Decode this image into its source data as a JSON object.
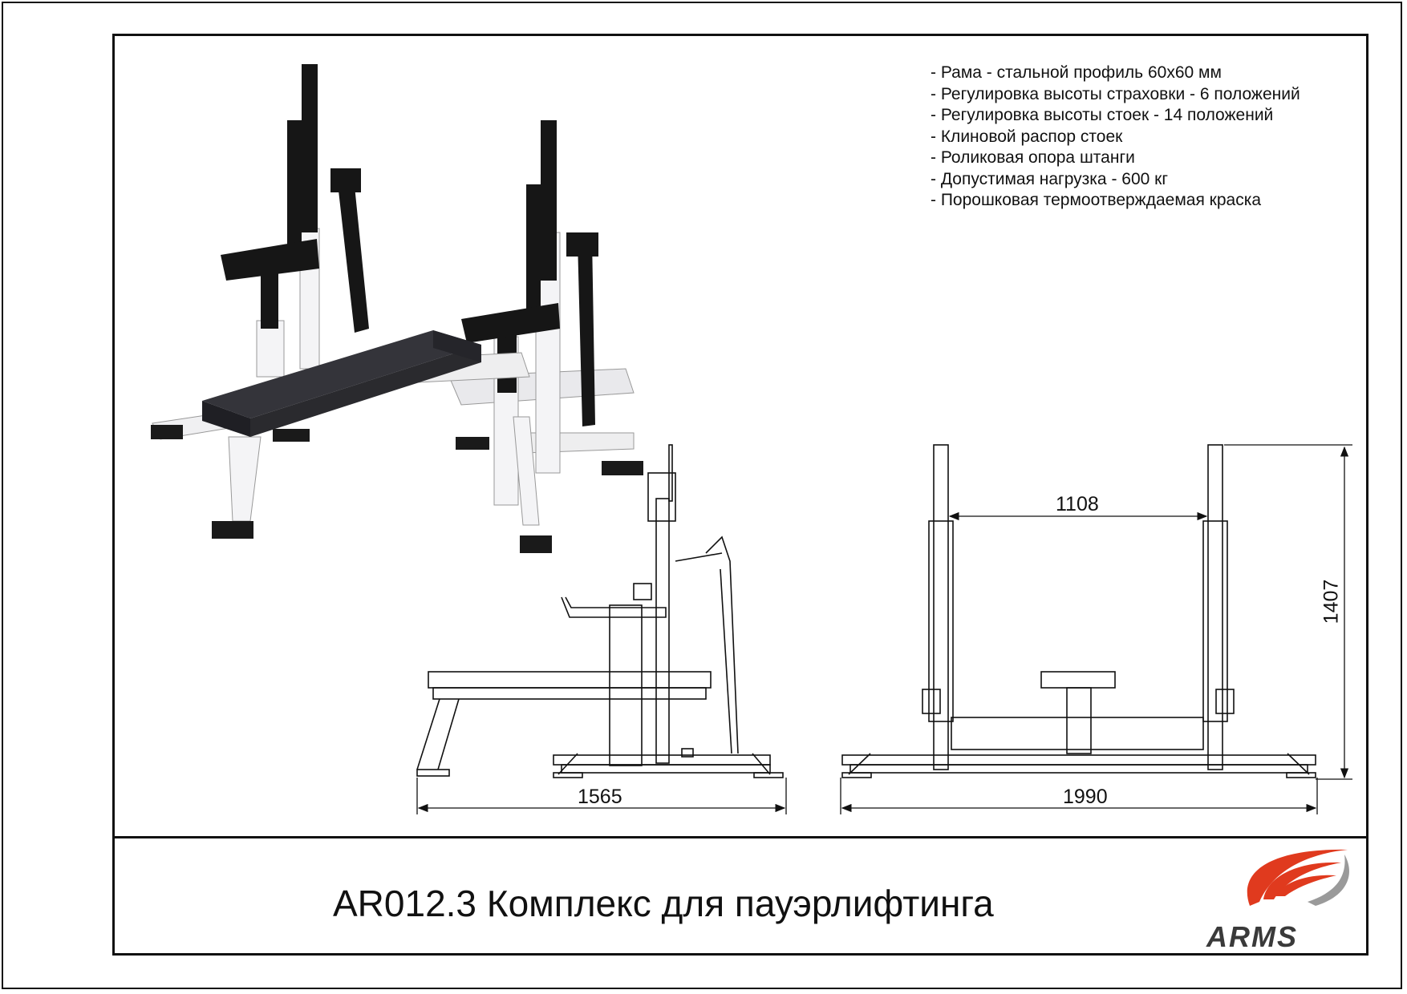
{
  "specs": [
    "- Рама - стальной профиль 60х60 мм",
    "- Регулировка высоты страховки - 6 положений",
    "- Регулировка высоты стоек - 14 положений",
    "- Клиновой распор стоек",
    "- Роликовая опора штанги",
    "- Допустимая нагрузка - 600 кг",
    "- Порошковая термоотверждаемая краска"
  ],
  "dimensions": {
    "side_length": "1565",
    "front_width": "1990",
    "inner_width": "1108",
    "height": "1407"
  },
  "title": "AR012.3 Комплекс для пауэрлифтинга",
  "logo": {
    "text": "ARMS",
    "accent_color": "#e03a1e",
    "gray_color": "#3a3a3a"
  },
  "colors": {
    "frame": "#111111",
    "bench_pad": "#2a2a2e",
    "white_steel": "#f4f4f6",
    "black_steel": "#161616"
  }
}
